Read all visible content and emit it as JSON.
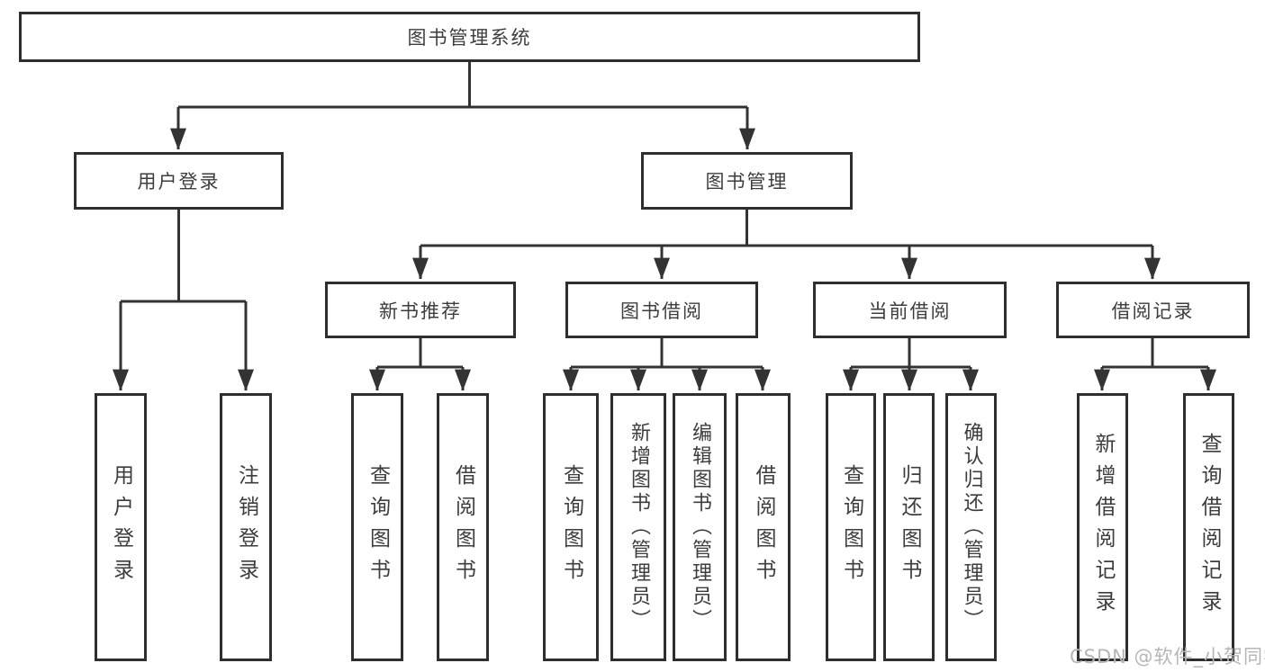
{
  "diagram": {
    "root": "图书管理系统",
    "user_login": "用户登录",
    "book_mgmt": "图书管理",
    "new_book_rec": "新书推荐",
    "book_borrow": "图书借阅",
    "current_borrow": "当前借阅",
    "borrow_records": "借阅记录",
    "leaf_user_login": "用户登录",
    "leaf_logout": "注销登录",
    "leaf_rec_query": "查询图书",
    "leaf_rec_borrow": "借阅图书",
    "leaf_bb_query": "查询图书",
    "leaf_bb_add": "新增图书（管理员）",
    "leaf_bb_edit": "编辑图书（管理员）",
    "leaf_bb_borrow": "借阅图书",
    "leaf_cb_query": "查询图书",
    "leaf_cb_return": "归还图书",
    "leaf_cb_confirm": "确认归还（管理员）",
    "leaf_br_add": "新增借阅记录",
    "leaf_br_query": "查询借阅记录"
  },
  "colors": {
    "line": "#333333",
    "box_border": "#2e2e2e",
    "text": "#3d3d3d",
    "watermark": "#b6b6b6"
  },
  "watermark": "CSDN @软件_小贺同学"
}
